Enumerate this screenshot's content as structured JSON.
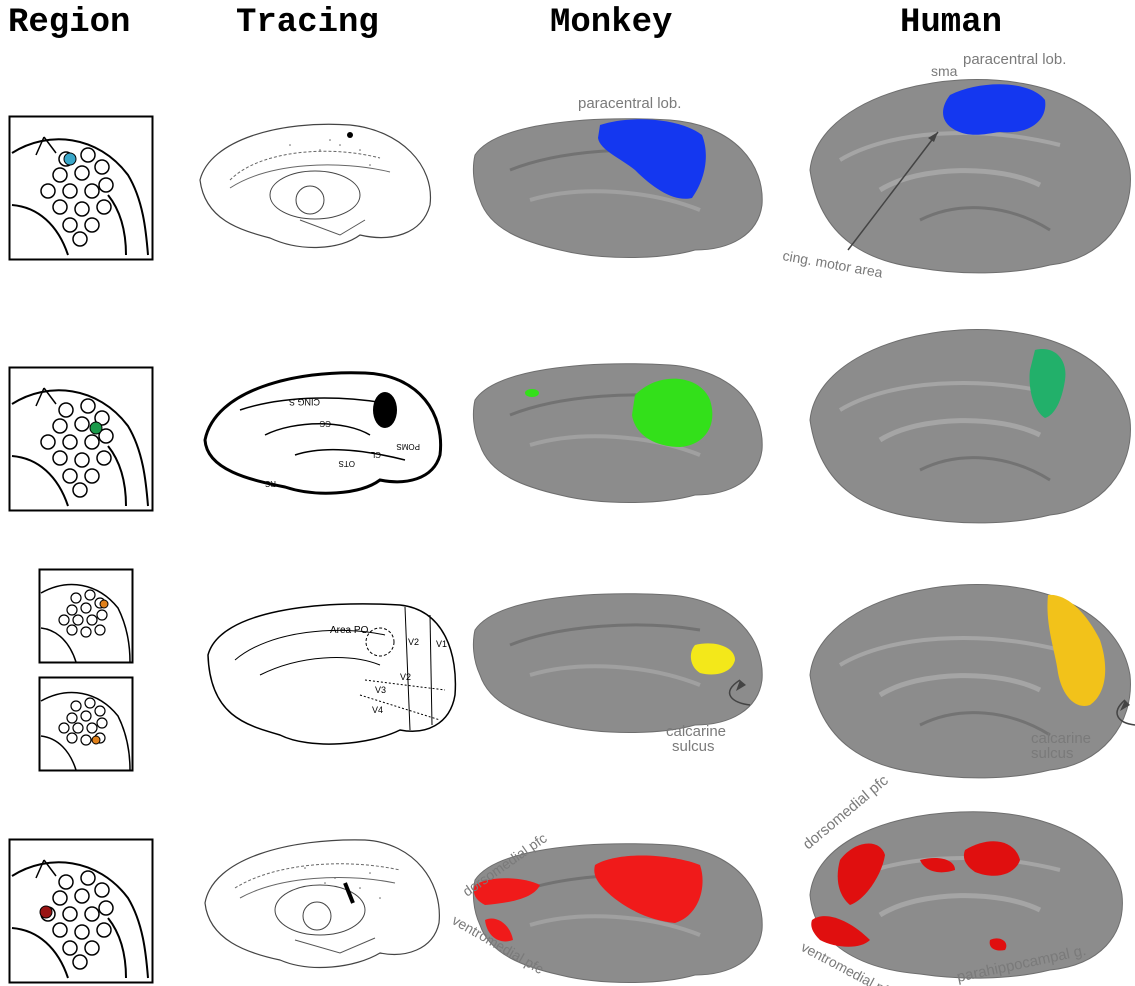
{
  "headers": {
    "region": "Region",
    "tracing": "Tracing",
    "monkey": "Monkey",
    "human": "Human"
  },
  "rows": [
    {
      "id": "row1",
      "dot_color": "#3aa7c9",
      "fill_color": "#1437f0",
      "monkey_labels": {
        "paracentral": "paracentral lob."
      },
      "human_labels": {
        "sma": "sma",
        "paracentral": "paracentral lob.",
        "cing": "cing. motor area"
      }
    },
    {
      "id": "row2",
      "dot_color": "#1a9a4a",
      "fill_color": "#33e01a",
      "human_fill_color": "#22b06a",
      "tracing_labels": {
        "cing": "CING S",
        "cc": "CC",
        "pom": "POMS",
        "ct": "CL",
        "ots": "OTS",
        "rs": "RS"
      }
    },
    {
      "id": "row3",
      "dot_color": "#e0801a",
      "fill_color": "#f3e81a",
      "human_fill_color": "#f2c21a",
      "tracing_labels": {
        "area_po": "Area PO",
        "v1": "V1",
        "v2a": "V2",
        "v2b": "V2",
        "v3": "V3",
        "v4": "V4"
      },
      "monkey_labels": {
        "calcarine": "calcarine",
        "sulcus": "sulcus"
      },
      "human_labels": {
        "calcarine": "calcarine",
        "sulcus": "sulcus"
      }
    },
    {
      "id": "row4",
      "dot_color": "#9a1414",
      "fill_color": "#f01a1a",
      "human_fill_color": "#e00f0f",
      "monkey_labels": {
        "dorsomedial": "dorsomedial pfc",
        "ventromedial": "ventromedial pfc"
      },
      "human_labels": {
        "dorsomedial": "dorsomedial pfc",
        "ventromedial": "ventromedial pfc",
        "parahippocampal": "parahippocampal g."
      }
    }
  ]
}
